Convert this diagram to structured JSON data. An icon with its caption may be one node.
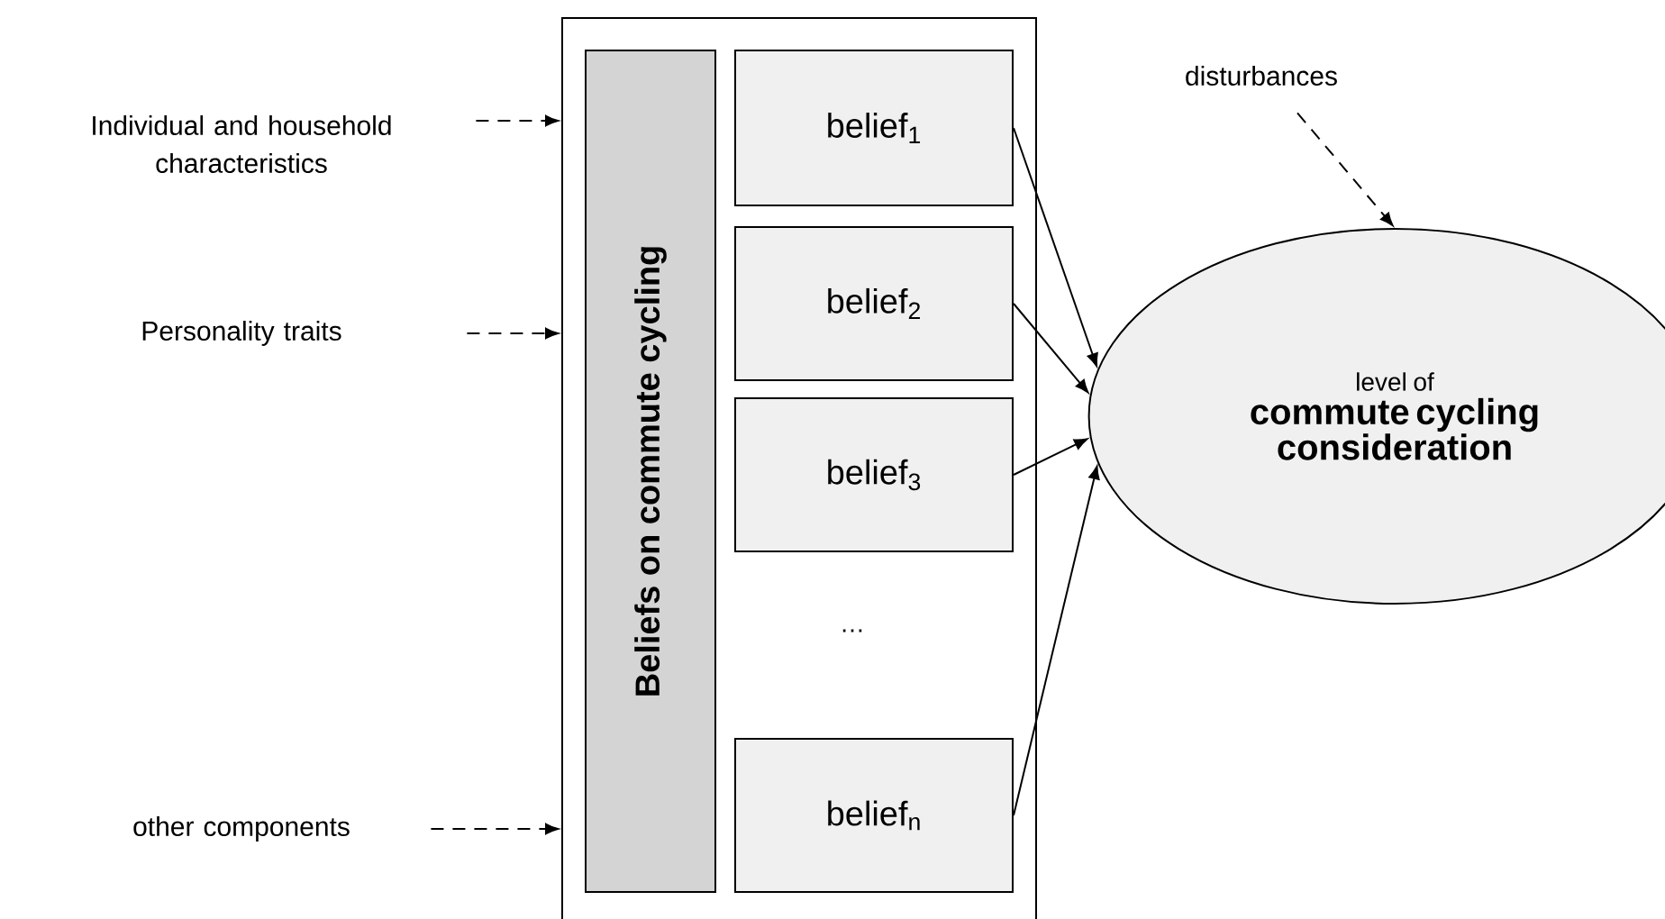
{
  "diagram": {
    "nodes": [
      {
        "text": [],
        "shape": "box"
      },
      {
        "text": [
          "Beliefs on commute cycling"
        ],
        "in": 0
      },
      {
        "text": [
          "belief$_{1}$"
        ],
        "in": 0
      },
      {
        "text": [
          "belief$_{2}$"
        ],
        "in": 0
      },
      {
        "text": [
          "belief$_{3}$"
        ],
        "in": 0
      },
      {
        "text": [
          "belief$_{n}$"
        ],
        "in": 0
      },
      {
        "text": [
          "level of",
          "commute cycling consideration"
        ]
      },
      {
        "text": [
          "Individual and household characteristics"
        ]
      },
      {
        "text": [
          "Personality traits"
        ]
      },
      {
        "text": [
          "other components"
        ]
      },
      {
        "text": [
          "disturbances"
        ]
      }
    ],
    "edges": [
      {
        "from": 7,
        "to": 0,
        "arrow": "to",
        "style": "dashed"
      },
      {
        "from": 8,
        "to": 0,
        "arrow": "to",
        "style": "dashed"
      },
      {
        "from": 9,
        "to": 0,
        "arrow": "to",
        "style": "dashed"
      },
      {
        "from": 2,
        "to": 6,
        "arrow": "to"
      },
      {
        "from": 3,
        "to": 6,
        "arrow": "to"
      },
      {
        "from": 4,
        "to": 6,
        "arrow": "to"
      },
      {
        "from": 5,
        "to": 6,
        "arrow": "to"
      },
      {
        "from": 10,
        "to": 6,
        "arrow": "to",
        "style": "dashed"
      }
    ],
    "labels": [
      "…"
    ]
  }
}
